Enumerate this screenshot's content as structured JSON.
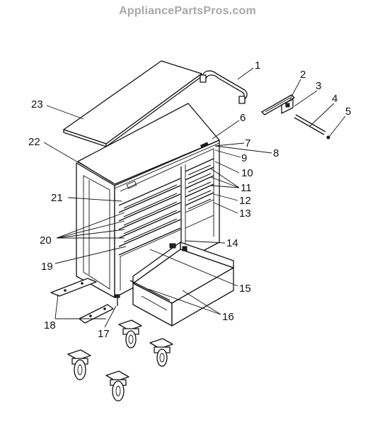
{
  "watermark": "AppliancePartsPros.com",
  "callouts": {
    "c1": "1",
    "c2": "2",
    "c3": "3",
    "c4": "4",
    "c5": "5",
    "c6": "6",
    "c7": "7",
    "c8": "8",
    "c9": "9",
    "c10": "10",
    "c11": "11",
    "c12": "12",
    "c13": "13",
    "c14": "14",
    "c15": "15",
    "c16": "16",
    "c17": "17",
    "c18": "18",
    "c19": "19",
    "c20": "20",
    "c21": "21",
    "c22": "22",
    "c23": "23"
  }
}
